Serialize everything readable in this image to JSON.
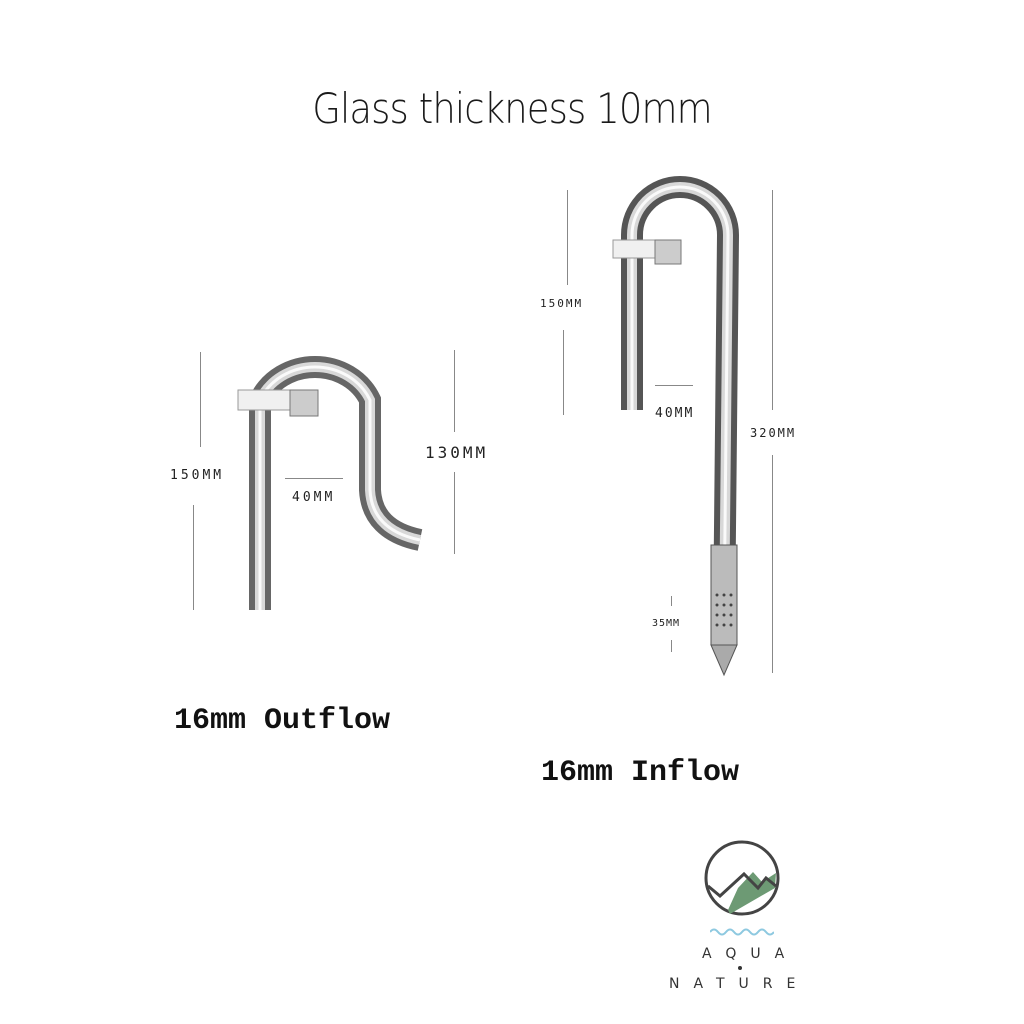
{
  "title": "Glass thickness 10mm",
  "outflow": {
    "label": "16mm Outflow",
    "dims": {
      "height_left": "150MM",
      "height_right": "130MM",
      "gap": "40MM"
    }
  },
  "inflow": {
    "label": "16mm Inflow",
    "dims": {
      "height_short": "150MM",
      "height_total": "320MM",
      "gap": "40MM",
      "strainer": "35MM"
    }
  },
  "logo": {
    "line1": "AQUA",
    "line2": "NATURE",
    "colors": {
      "outline": "#444444",
      "mountain": "#6d9a74",
      "wave": "#8ec9e0"
    }
  }
}
